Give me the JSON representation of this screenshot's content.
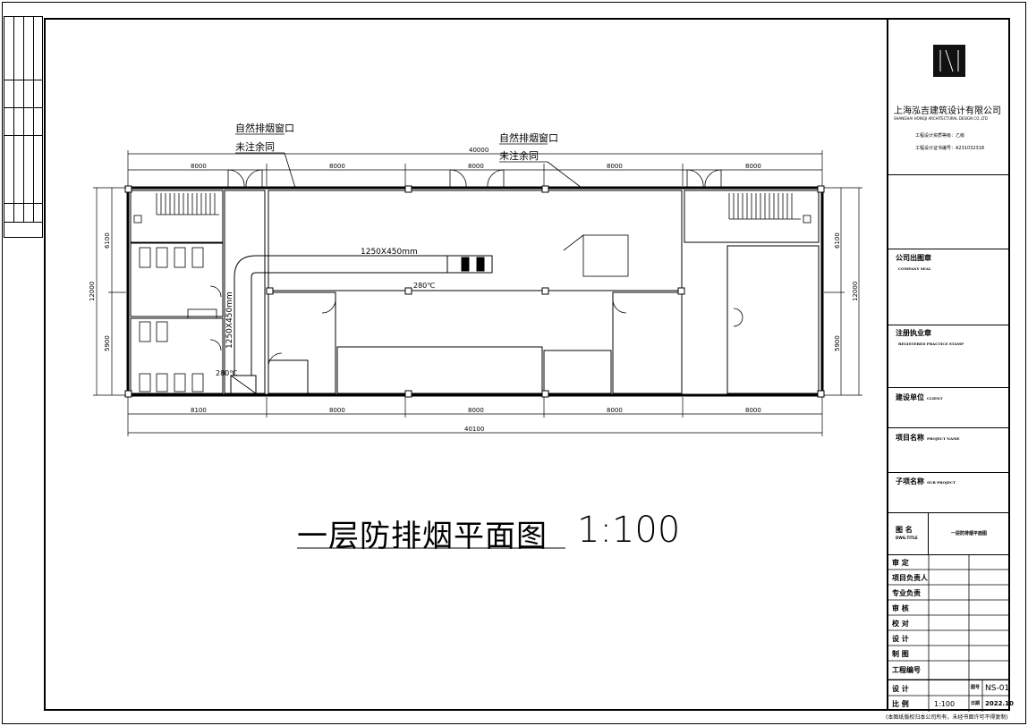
{
  "drawing": {
    "title": "一层防排烟平面图",
    "scale": "1:100",
    "callout_top": {
      "line1": "自然排烟窗口",
      "line2": "未注余同"
    },
    "callout_right": {
      "line1": "自然排烟窗口",
      "line2": "未注余同"
    },
    "duct_h": "1250X450mm",
    "duct_v": "1250X450mm",
    "temp1": "280℃",
    "temp2": "280℃",
    "dims_top": [
      "8000",
      "8000",
      "8000",
      "8000"
    ],
    "dims_top_total": "40000",
    "dims_bottom": [
      "8100",
      "8000",
      "8000",
      "8000",
      "8000"
    ],
    "dims_bottom_total": "40100",
    "dims_left": [
      "6100",
      "5900"
    ],
    "dims_left_total": "12000",
    "dims_right": [
      "6100",
      "5900"
    ],
    "dims_right_total": "12000"
  },
  "title_block": {
    "company_cn": "上海泓吉建筑设计有限公司",
    "company_en": "SHANGHAI HONGJI ARCHITECTURAL DESIGN CO.,LTD",
    "qual_grade": "工程设计资质等级：乙级",
    "cert_no": "工程设计证书编号：A231032318",
    "company_seal": "公司出图章",
    "company_seal_en": "COMPANY SEAL",
    "reg_seal": "注册执业章",
    "reg_seal_en": "REGISTERED PRACTICE STAMP",
    "client": "建设单位",
    "client_en": "CLIENT",
    "project": "项目名称",
    "project_en": "PROJECT NAME",
    "sub_project": "子项名称",
    "sub_project_en": "SUB PROJECT",
    "drawing_name_label": "图 名",
    "drawing_name_label_en": "DWG.TITLE",
    "drawing_name": "一层防排烟平面图",
    "scale_label": "比 例",
    "scale": "1:100",
    "dwg_no_label": "图号",
    "dwg_no": "NS-01",
    "date_label": "日期",
    "date": "2022.10",
    "design_label": "设 计",
    "roles": [
      "审 定",
      "项目负责人",
      "专业负责",
      "审 核",
      "校 对",
      "设 计",
      "制 图",
      "工程编号"
    ]
  },
  "footnote": "(本图纸版权归本公司所有，未经书面许可不得复制)",
  "colors": {
    "ink": "#000000",
    "paper": "#ffffff"
  }
}
